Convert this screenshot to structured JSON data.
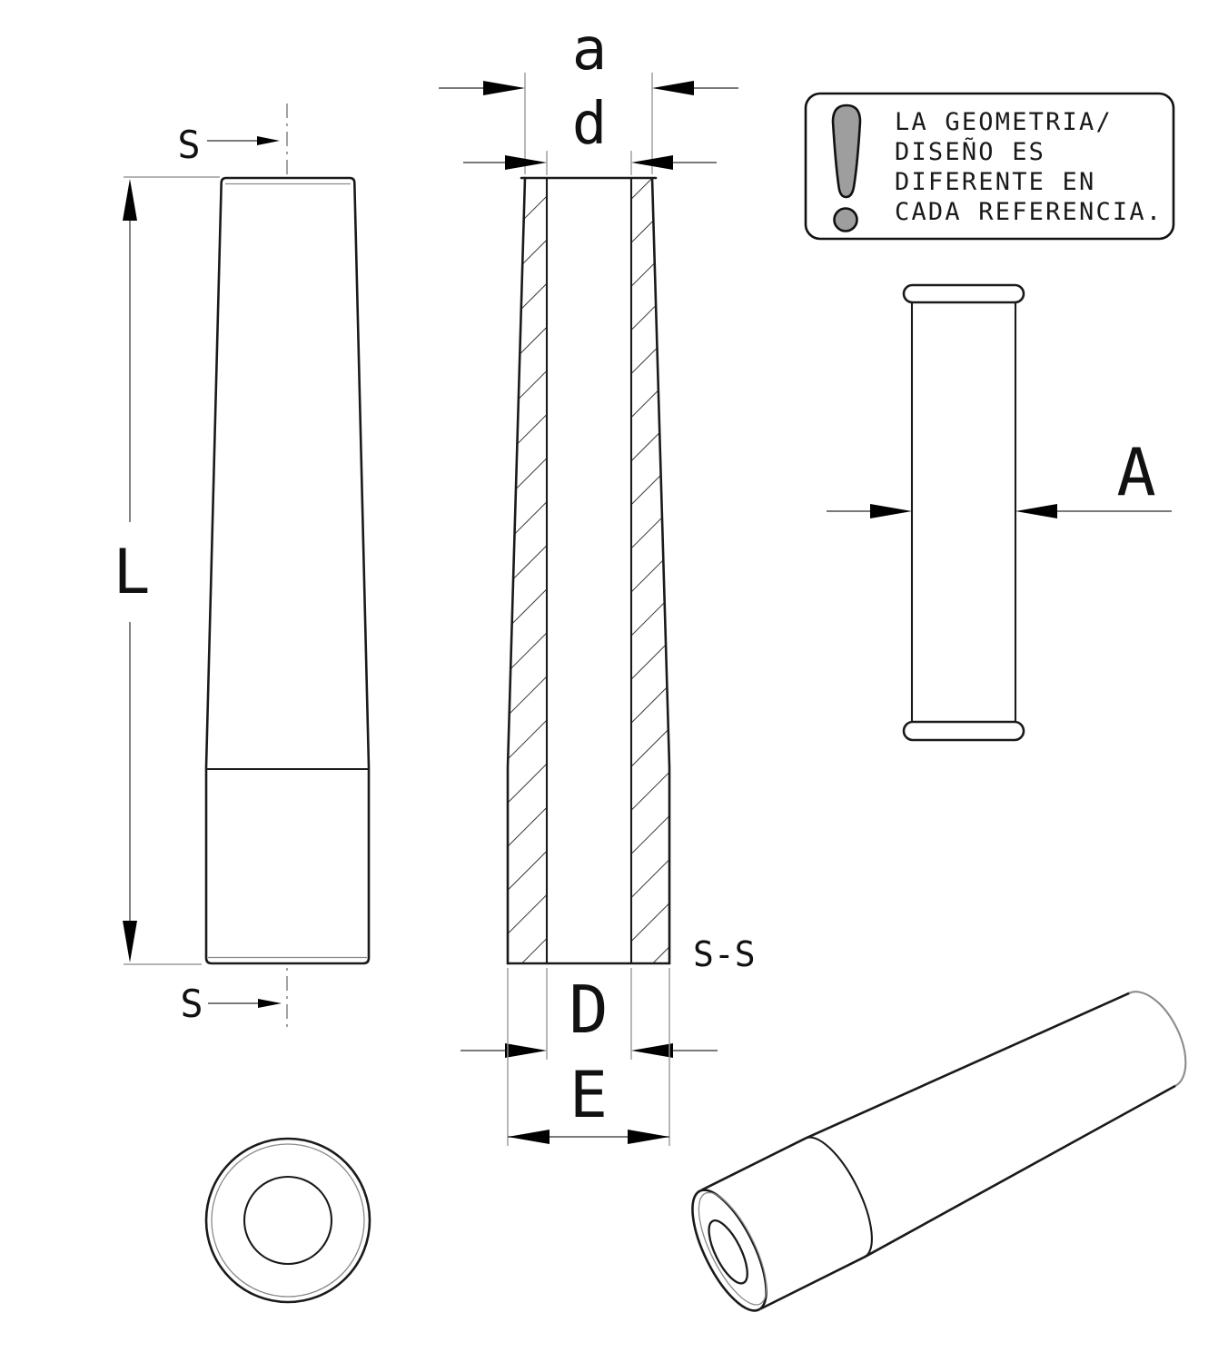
{
  "colors": {
    "background": "#ffffff",
    "outline": "#1a1a1a",
    "dimension_line": "#4f4f4f",
    "extension_line": "#9a9a9a",
    "centerline": "#7a7a7a",
    "hidden_far_edge": "#8c8c8c",
    "warning_icon_fill": "#9e9e9e"
  },
  "labels": {
    "section_arrow_top": "S",
    "section_arrow_bottom": "S",
    "dim_length": "L",
    "dim_outer_top": "a",
    "dim_inner_top": "d",
    "dim_inner_bottom": "D",
    "dim_outer_bottom": "E",
    "dim_width": "A",
    "section_view_title": "S-S"
  },
  "warning_note": {
    "line1": "LA GEOMETRIA/",
    "line2": "DISEÑO ES",
    "line3": "DIFERENTE EN",
    "line4": "CADA REFERENCIA."
  }
}
